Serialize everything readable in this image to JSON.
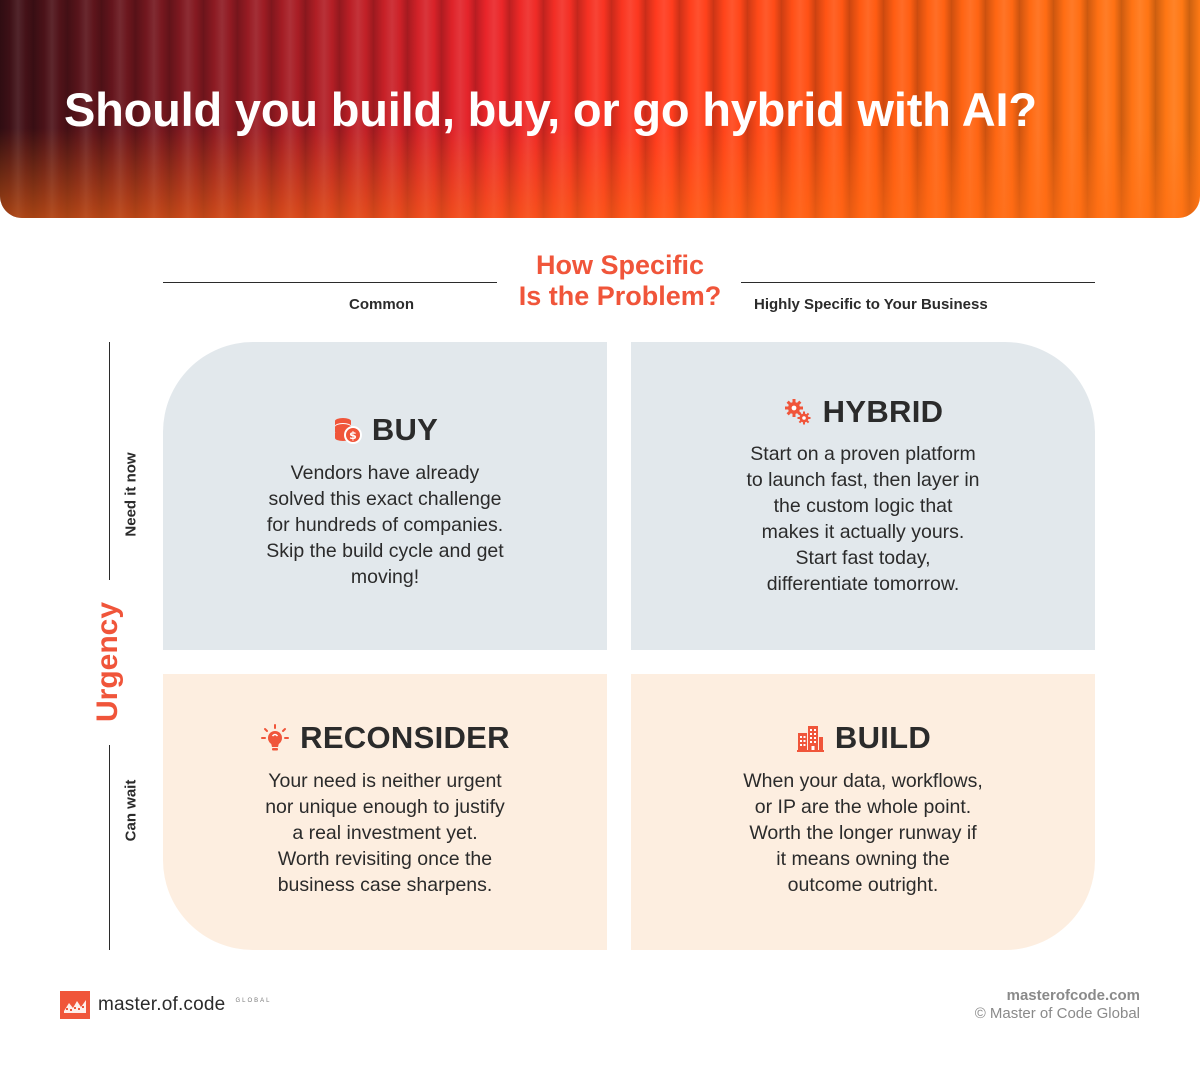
{
  "header": {
    "title": "Should you build, buy, or go hybrid with AI?"
  },
  "axes": {
    "x_title_line1": "How Specific",
    "x_title_line2": "Is the Problem?",
    "x_left": "Common",
    "x_right": "Highly Specific to Your Business",
    "y_title": "Urgency",
    "y_top": "Need it now",
    "y_bottom": "Can wait"
  },
  "quadrants": {
    "buy": {
      "icon": "coins-icon",
      "title": "BUY",
      "body": "Vendors have already\nsolved this exact challenge\nfor hundreds of companies.\nSkip the build cycle and get\nmoving!"
    },
    "hybrid": {
      "icon": "gears-icon",
      "title": "HYBRID",
      "body": "Start on a proven platform\nto launch fast, then layer in\nthe custom logic that\nmakes it actually yours.\nStart fast today,\ndifferentiate tomorrow."
    },
    "reconsider": {
      "icon": "lightbulb-icon",
      "title": "RECONSIDER",
      "body": "Your need is neither urgent\nnor unique enough to justify\na real investment yet.\nWorth revisiting once the\nbusiness case sharpens."
    },
    "build": {
      "icon": "buildings-icon",
      "title": "BUILD",
      "body": "When your data, workflows,\nor IP are the whole point.\nWorth the longer runway if\nit means owning the\noutcome outright."
    }
  },
  "footer": {
    "logo_text": "master.of.code",
    "logo_sub": "GLOBAL",
    "site": "masterofcode.com",
    "copyright": "© Master of Code Global"
  },
  "colors": {
    "accent": "#f0553a",
    "top_fill": "#e2e8ec",
    "bottom_fill": "#fdeee0"
  }
}
